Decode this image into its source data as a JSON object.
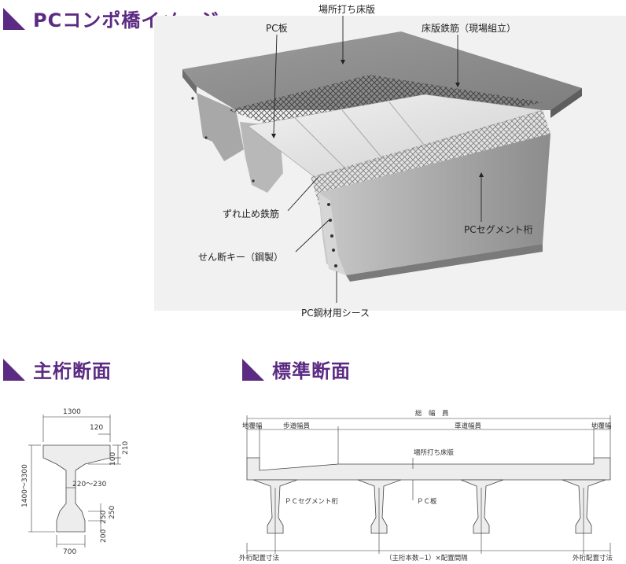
{
  "headers": {
    "top": "PCコンポ橋イメージ",
    "left": "主桁断面",
    "right": "標準断面"
  },
  "perspective_labels": {
    "cast_slab": "場所打ち床版",
    "pc_panel": "PC板",
    "rebar": "床版鉄筋（現場組立）",
    "shear_rebar": "ずれ止め鉄筋",
    "shear_key": "せん断キー（鋼製）",
    "segment_girder": "PCセグメント桁",
    "sheath": "PC鋼材用シース"
  },
  "girder_section": {
    "top_width": "1300",
    "flange_tip": "120",
    "flange_h1": "210",
    "flange_h2": "100",
    "height": "1400～3300",
    "web": "220～230",
    "bottom_h1": "250",
    "bottom_h2": "250",
    "bottom_h3": "200",
    "bottom_width": "700"
  },
  "standard_section": {
    "total_width": "総　幅　員",
    "curb_left": "地覆幅",
    "sidewalk": "歩道幅員",
    "roadway": "車道幅員",
    "curb_right": "地覆幅",
    "cast_slab": "場所打ち床版",
    "segment_girder": "ＰＣセグメント桁",
    "pc_panel": "ＰＣ板",
    "outer_left": "外桁配置寸法",
    "spacing": "（主桁本数−1）×配置間隔",
    "outer_right": "外桁配置寸法"
  }
}
